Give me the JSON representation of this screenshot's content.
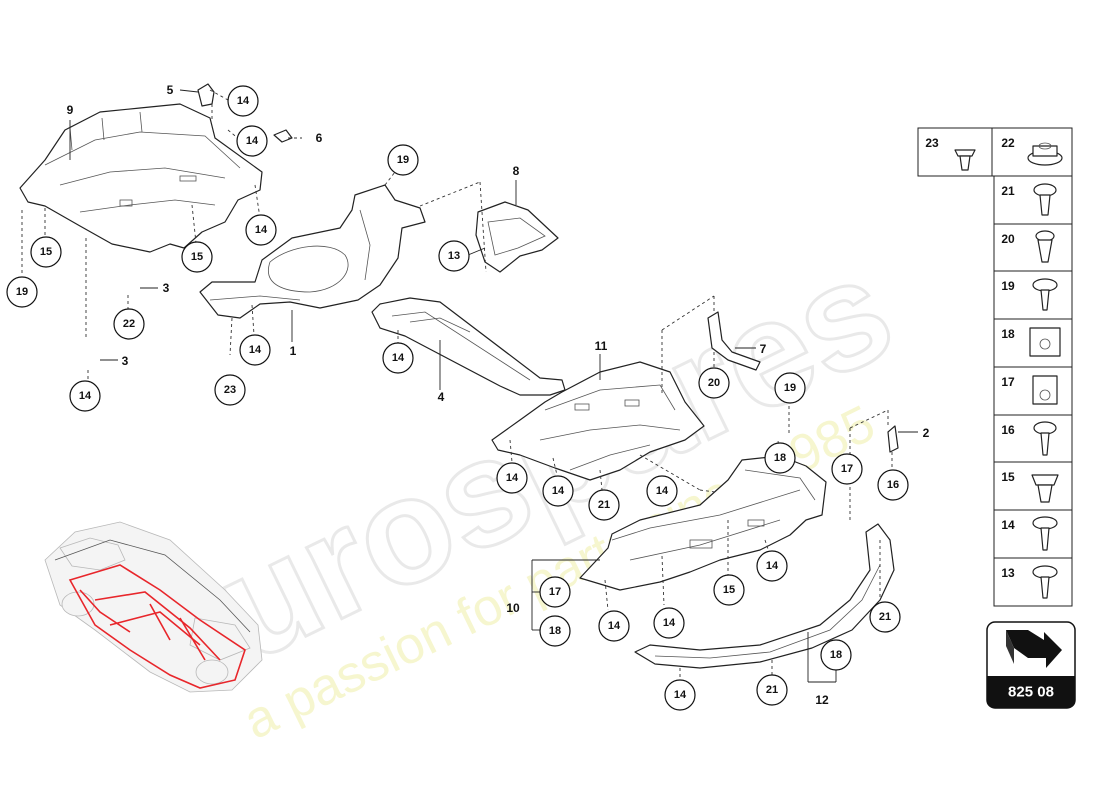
{
  "watermark": {
    "brand": "eurospares",
    "slogan": "a passion for parts since 1985"
  },
  "callouts": [
    {
      "id": "c-5",
      "text": "5",
      "style": "plain"
    },
    {
      "id": "c-14a",
      "text": "14",
      "style": "circle"
    },
    {
      "id": "c-9",
      "text": "9",
      "style": "plain"
    },
    {
      "id": "c-14b",
      "text": "14",
      "style": "circle"
    },
    {
      "id": "c-6",
      "text": "6",
      "style": "plain"
    },
    {
      "id": "c-19a",
      "text": "19",
      "style": "circle"
    },
    {
      "id": "c-8",
      "text": "8",
      "style": "plain"
    },
    {
      "id": "c-14c",
      "text": "14",
      "style": "circle"
    },
    {
      "id": "c-15a",
      "text": "15",
      "style": "circle"
    },
    {
      "id": "c-15b",
      "text": "15",
      "style": "circle"
    },
    {
      "id": "c-13",
      "text": "13",
      "style": "circle"
    },
    {
      "id": "c-19b",
      "text": "19",
      "style": "circle"
    },
    {
      "id": "c-3a",
      "text": "3",
      "style": "plain"
    },
    {
      "id": "c-22",
      "text": "22",
      "style": "circle"
    },
    {
      "id": "c-14d",
      "text": "14",
      "style": "circle"
    },
    {
      "id": "c-1",
      "text": "1",
      "style": "plain"
    },
    {
      "id": "c-14e",
      "text": "14",
      "style": "circle"
    },
    {
      "id": "c-11",
      "text": "11",
      "style": "plain"
    },
    {
      "id": "c-7",
      "text": "7",
      "style": "plain"
    },
    {
      "id": "c-3b",
      "text": "3",
      "style": "plain"
    },
    {
      "id": "c-23",
      "text": "23",
      "style": "circle"
    },
    {
      "id": "c-14f",
      "text": "14",
      "style": "circle"
    },
    {
      "id": "c-4",
      "text": "4",
      "style": "plain"
    },
    {
      "id": "c-20",
      "text": "20",
      "style": "circle"
    },
    {
      "id": "c-19c",
      "text": "19",
      "style": "circle"
    },
    {
      "id": "c-18a",
      "text": "18",
      "style": "circle"
    },
    {
      "id": "c-2",
      "text": "2",
      "style": "plain"
    },
    {
      "id": "c-14g",
      "text": "14",
      "style": "circle"
    },
    {
      "id": "c-14h",
      "text": "14",
      "style": "circle"
    },
    {
      "id": "c-14i",
      "text": "14",
      "style": "circle"
    },
    {
      "id": "c-17a",
      "text": "17",
      "style": "circle"
    },
    {
      "id": "c-16",
      "text": "16",
      "style": "circle"
    },
    {
      "id": "c-21a",
      "text": "21",
      "style": "circle"
    },
    {
      "id": "c-14j",
      "text": "14",
      "style": "circle"
    },
    {
      "id": "c-15c",
      "text": "15",
      "style": "circle"
    },
    {
      "id": "c-17b",
      "text": "17",
      "style": "circle"
    },
    {
      "id": "c-10",
      "text": "10",
      "style": "plain"
    },
    {
      "id": "c-14k",
      "text": "14",
      "style": "circle"
    },
    {
      "id": "c-14l",
      "text": "14",
      "style": "circle"
    },
    {
      "id": "c-21b",
      "text": "21",
      "style": "circle"
    },
    {
      "id": "c-18b",
      "text": "18",
      "style": "circle"
    },
    {
      "id": "c-18c",
      "text": "18",
      "style": "circle"
    },
    {
      "id": "c-14m",
      "text": "14",
      "style": "circle"
    },
    {
      "id": "c-21c",
      "text": "21",
      "style": "circle"
    },
    {
      "id": "c-12",
      "text": "12",
      "style": "plain"
    }
  ],
  "legend": {
    "top": [
      {
        "num": "23",
        "icon": "push-rivet-icon"
      },
      {
        "num": "22",
        "icon": "flange-nut-icon"
      }
    ],
    "items": [
      {
        "num": "21",
        "icon": "screw-icon"
      },
      {
        "num": "20",
        "icon": "expansion-rivet-icon"
      },
      {
        "num": "19",
        "icon": "screw-icon"
      },
      {
        "num": "18",
        "icon": "clip-nut-icon"
      },
      {
        "num": "17",
        "icon": "speed-nut-icon"
      },
      {
        "num": "16",
        "icon": "screw-icon"
      },
      {
        "num": "15",
        "icon": "expansion-nut-icon"
      },
      {
        "num": "14",
        "icon": "screw-icon"
      },
      {
        "num": "13",
        "icon": "screw-icon"
      }
    ]
  },
  "badge": {
    "code": "825 08",
    "icon": "direction-arrow-icon"
  }
}
